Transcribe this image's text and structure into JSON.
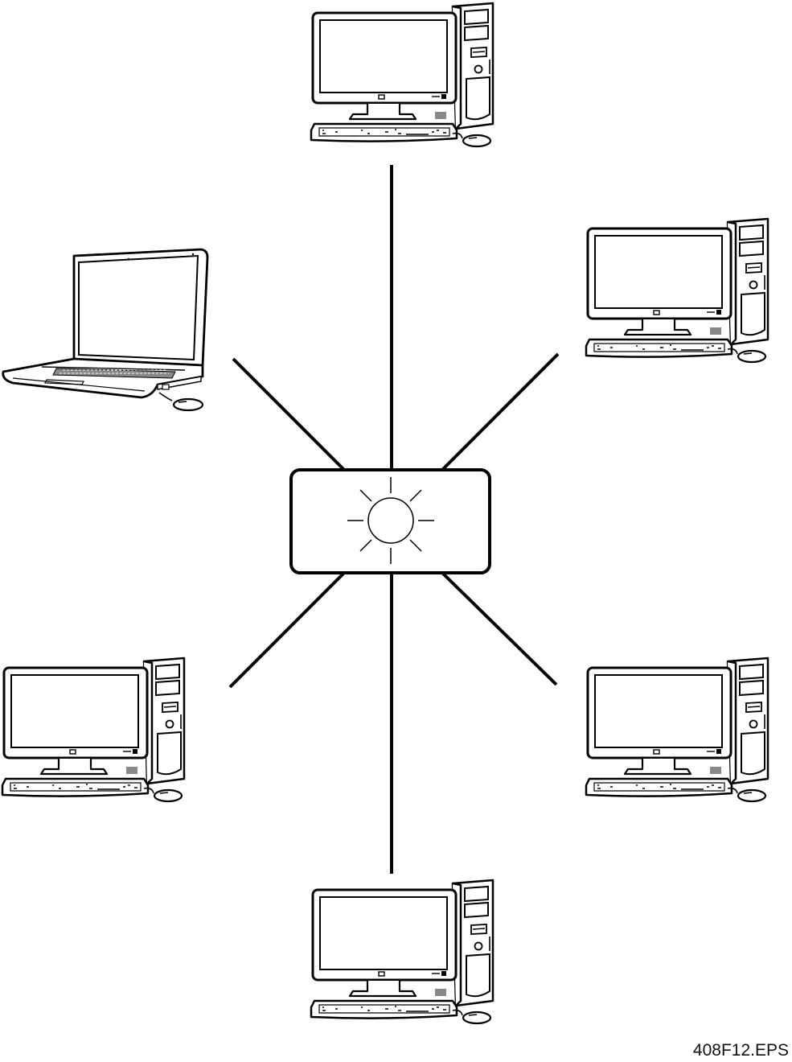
{
  "caption": "408F12.EPS",
  "diagram": {
    "topology": "star",
    "hub": {
      "icon": "sun-burst-icon"
    },
    "nodes": [
      {
        "id": "top",
        "kind": "desktop"
      },
      {
        "id": "upper-right",
        "kind": "desktop"
      },
      {
        "id": "upper-left",
        "kind": "laptop"
      },
      {
        "id": "lower-left",
        "kind": "desktop"
      },
      {
        "id": "lower-right",
        "kind": "desktop"
      },
      {
        "id": "bottom",
        "kind": "desktop"
      }
    ],
    "colors": {
      "stroke": "#000000",
      "fill": "#ffffff",
      "shade": "#888888"
    }
  }
}
